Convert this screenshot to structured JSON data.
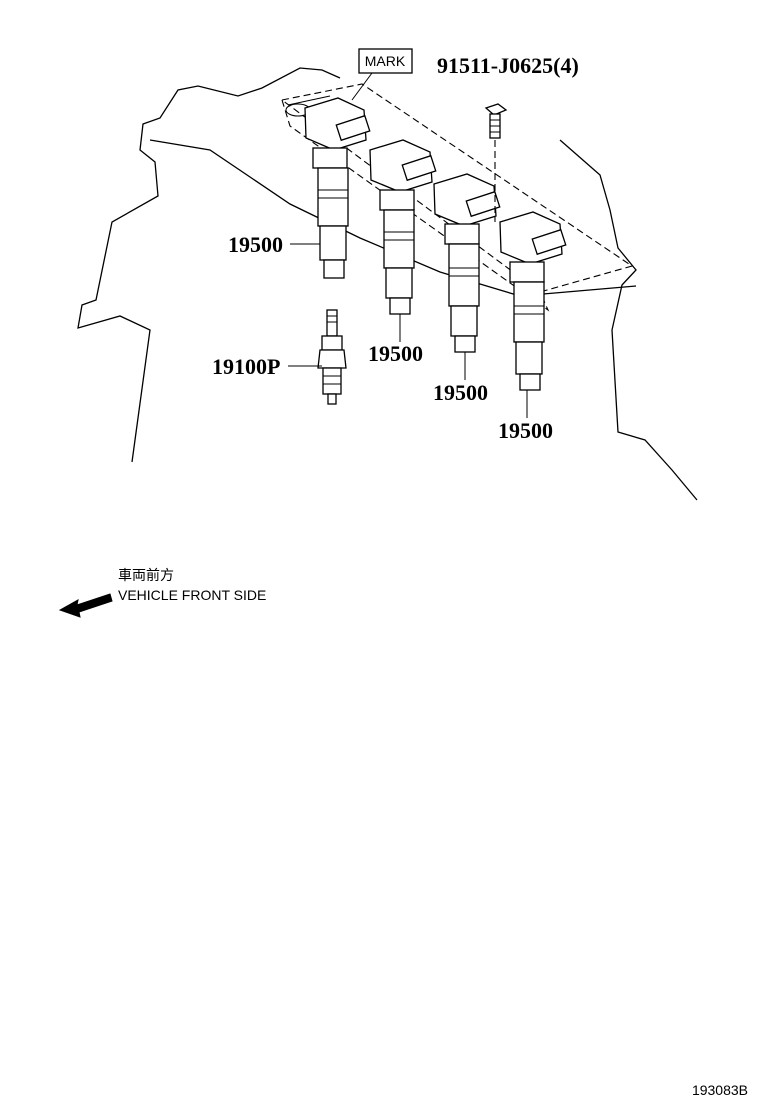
{
  "labels": {
    "mark": "MARK",
    "bolt": "91511-J0625(4)",
    "coil_1": "19500",
    "coil_2": "19500",
    "coil_3": "19500",
    "coil_4": "19500",
    "spark_plug": "19100P",
    "front_jp": "車両前方",
    "front_en": "VEHICLE FRONT SIDE",
    "figure_id": "193083B"
  },
  "icons": {
    "direction": "arrow-left-icon"
  }
}
